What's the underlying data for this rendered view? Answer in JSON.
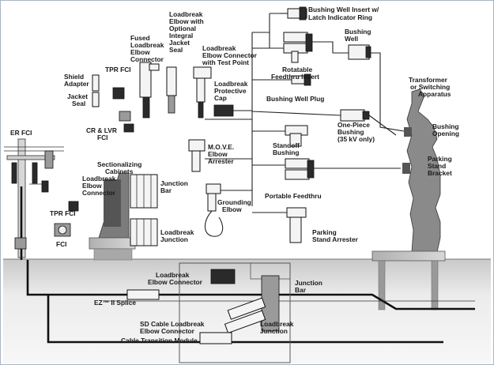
{
  "labels": {
    "bushing_well_insert": "Bushing Well Insert w/",
    "bushing_well_insert_2": "Latch Indicator Ring",
    "fused_1": "Fused",
    "fused_2": "Loadbreak",
    "fused_3": "Elbow",
    "fused_4": "Connector",
    "optional_1": "Loadbreak",
    "optional_2": "Elbow with",
    "optional_3": "Optional",
    "optional_4": "Integral",
    "optional_5": "Jacket",
    "optional_6": "Seal",
    "testpoint_1": "Loadbreak",
    "testpoint_2": "Elbow Connector",
    "testpoint_3": "with Test Point",
    "bushing_well_1": "Bushing",
    "bushing_well_2": "Well",
    "rotatable_1": "Rotatable",
    "rotatable_2": "Feedthru Insert",
    "bushing_well_plug": "Bushing Well Plug",
    "shield_adapter_1": "Shield",
    "shield_adapter_2": "Adapter",
    "tpr_fci_top": "TPR FCI",
    "jacket_seal_1": "Jacket",
    "jacket_seal_2": "Seal",
    "protective_cap_1": "Loadbreak",
    "protective_cap_2": "Protective",
    "protective_cap_3": "Cap",
    "transformer_1": "Transformer",
    "transformer_2": "or Switching",
    "transformer_3": "Apparatus",
    "one_piece_1": "One-Piece",
    "one_piece_2": "Bushing",
    "one_piece_3": "(35 kV only)",
    "bushing_opening_1": "Bushing",
    "bushing_opening_2": "Opening",
    "cr_lvr_1": "CR & LVR",
    "cr_lvr_2": "FCI",
    "er_fci": "ER FCI",
    "standoff_1": "Standoff",
    "standoff_2": "Bushing",
    "move_1": "M.O.V.E.",
    "move_2": "Elbow",
    "move_3": "Arrester",
    "parking_bracket_1": "Parking",
    "parking_bracket_2": "Stand",
    "parking_bracket_3": "Bracket",
    "sectionalizing_1": "Sectionalizing",
    "sectionalizing_2": "Cabinets",
    "loadbreak_elbow_conn_1": "Loadbreak",
    "loadbreak_elbow_conn_2": "Elbow",
    "loadbreak_elbow_conn_3": "Connector",
    "junction_bar_top_1": "Junction",
    "junction_bar_top_2": "Bar",
    "portable_feedthru": "Portable Feedthru",
    "grounding_1": "Grounding",
    "grounding_2": "Elbow",
    "tpr_fci_low": "TPR FCI",
    "loadbreak_junction_top_1": "Loadbreak",
    "loadbreak_junction_top_2": "Junction",
    "parking_arrester": "Parking",
    "parking_arrester_2": "Stand Arrester",
    "fci": "FCI",
    "ug_elbow": "Loadbreak",
    "ug_elbow_2": "Elbow Connector",
    "junction_bar_low_1": "Junction",
    "junction_bar_low_2": "Bar",
    "ez_splice": "EZ™ II Splice",
    "sd_cable_1": "SD Cable Loadbreak",
    "sd_cable_2": "Elbow Connector",
    "cable_transition": "Cable Transition Module",
    "loadbreak_junction_low_1": "Loadbreak",
    "loadbreak_junction_low_2": "Junction"
  }
}
